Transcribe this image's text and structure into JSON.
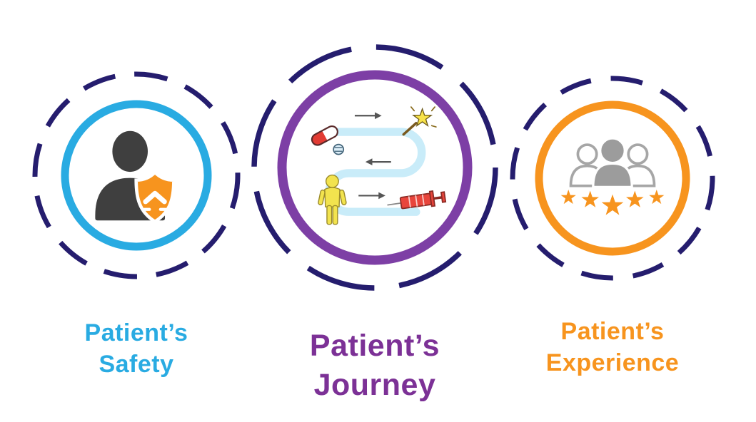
{
  "background_color": "#ffffff",
  "colors": {
    "dashed_ring_navy": "#251d6e",
    "safety_blue": "#29abe2",
    "journey_purple": "#7c3196",
    "journey_ring_purple": "#7d3fa5",
    "experience_orange": "#f7941e",
    "person_silhouette_gray": "#3f3f3f",
    "journey_path_light_blue": "#c9ecf9",
    "star_yellow": "#f7e24a",
    "figure_yellow": "#f2e34e",
    "syringe_red": "#e8453c",
    "pill_red": "#e23b33",
    "people_gray": "#a6a6a6"
  },
  "nodes": [
    {
      "id": "safety",
      "label": "Patient’s\nSafety",
      "label_line1": "Patient’s",
      "label_line2": "Safety",
      "icon": "person-with-shield-icon",
      "ring_color": "#29abe2"
    },
    {
      "id": "journey",
      "label": "Patient’s\nJourney",
      "label_line1": "Patient’s",
      "label_line2": "Journey",
      "icon": "treatment-journey-path-icon",
      "icon_elements": [
        "pill-capsule-icon",
        "tablet-icon",
        "arrow-right-icon",
        "magic-wand-star-icon",
        "arrow-left-icon",
        "patient-figure-icon",
        "syringe-icon"
      ],
      "ring_color": "#7d3fa5"
    },
    {
      "id": "experience",
      "label": "Patient’s\nExperience",
      "label_line1": "Patient’s",
      "label_line2": "Experience",
      "icon": "people-group-rating-stars-icon",
      "star_count": 5,
      "ring_color": "#f7941e"
    }
  ]
}
